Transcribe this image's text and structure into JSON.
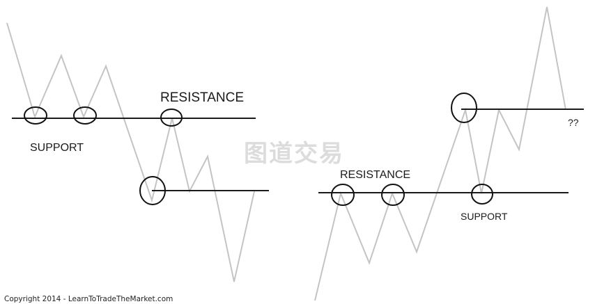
{
  "left_panel": {
    "support_label": "SUPPORT",
    "resistance_label": "RESISTANCE"
  },
  "right_panel": {
    "resistance_label": "RESISTANCE",
    "support_label": "SUPPORT",
    "question_label": "??"
  },
  "watermark": "图道交易",
  "copyright": "Copyright 2014 - LearnToTradeTheMarket.com",
  "colors": {
    "price_line": "#c4c4c4",
    "level_line": "#1a1a1a",
    "circle": "#111111",
    "watermark": "#dcdcdc"
  }
}
